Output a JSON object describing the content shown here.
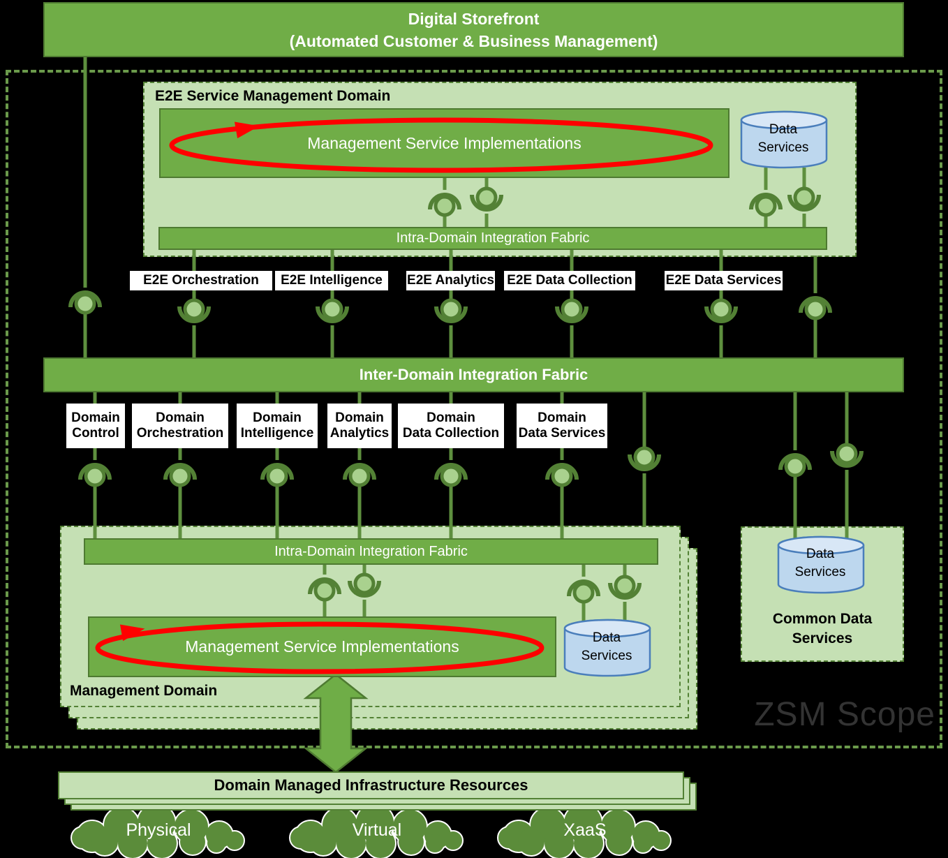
{
  "colors": {
    "bar_green": "#70AD47",
    "light_green": "#C5E0B4",
    "dark_green": "#538135",
    "line_green": "#5E8F3E",
    "ball_green": "#A9D18E",
    "cylinder_blue": "#BDD7EE",
    "cylinder_border": "#4A7EBB",
    "red_loop": "#FF0000",
    "cloud_green": "#5B8C3A",
    "scope_text_gray": "#333333"
  },
  "storefront": {
    "line1": "Digital Storefront",
    "line2": "(Automated Customer & Business Management)"
  },
  "zsm": {
    "scope_label": "ZSM Scope"
  },
  "e2e": {
    "title": "E2E Service Management Domain",
    "msi_label": "Management Service Implementations",
    "fabric_label": "Intra-Domain Integration Fabric",
    "cylinder": {
      "line1": "Data",
      "line2": "Services"
    },
    "interface_labels": [
      "E2E Orchestration",
      "E2E Intelligence",
      "E2E Analytics",
      "E2E Data Collection",
      "E2E Data Services"
    ]
  },
  "inter_fabric_label": "Inter-Domain Integration Fabric",
  "domain_interface_labels": [
    [
      "Domain",
      "Control"
    ],
    [
      "Domain",
      "Orchestration"
    ],
    [
      "Domain",
      "Intelligence"
    ],
    [
      "Domain",
      "Analytics"
    ],
    [
      "Domain",
      "Data Collection"
    ],
    [
      "Domain",
      "Data Services"
    ]
  ],
  "management": {
    "title": "Management Domain",
    "fabric_label": "Intra-Domain Integration Fabric",
    "msi_label": "Management Service Implementations",
    "cylinder": {
      "line1": "Data",
      "line2": "Services"
    }
  },
  "common_data": {
    "title_line1": "Common Data",
    "title_line2": "Services",
    "cylinder": {
      "line1": "Data",
      "line2": "Services"
    }
  },
  "infrastructure": {
    "title": "Domain Managed Infrastructure Resources",
    "clouds": [
      "Physical",
      "Virtual",
      "XaaS"
    ]
  }
}
